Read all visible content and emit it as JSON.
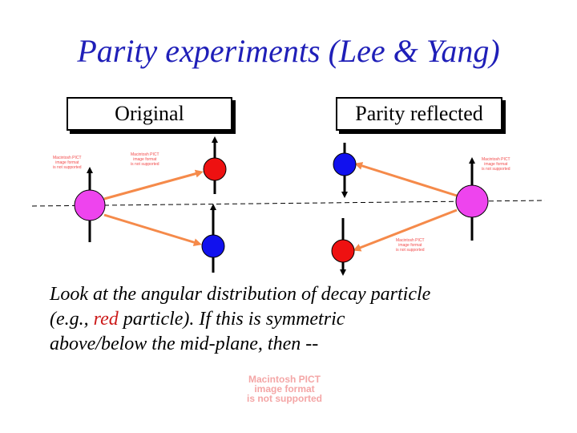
{
  "title": "Parity experiments (Lee & Yang)",
  "labels": {
    "original": "Original",
    "parity_reflected": "Parity reflected"
  },
  "caption": {
    "line1": "Look at the angular distribution of decay particle",
    "line2_a": "(e.g., ",
    "line2_red": "red",
    "line2_b": " particle).  If this is symmetric",
    "line3": "above/below the mid-plane, then --"
  },
  "pict_placeholder": {
    "line1": "Macintosh PICT",
    "line2": "image format",
    "line3": "is not supported"
  },
  "colors": {
    "title": "#1f1fb8",
    "parent": "#ee44ee",
    "red_particle": "#ee1111",
    "blue_particle": "#1111ee",
    "arrow": "#f58a4a",
    "highlight_text": "#cc1a1a"
  }
}
